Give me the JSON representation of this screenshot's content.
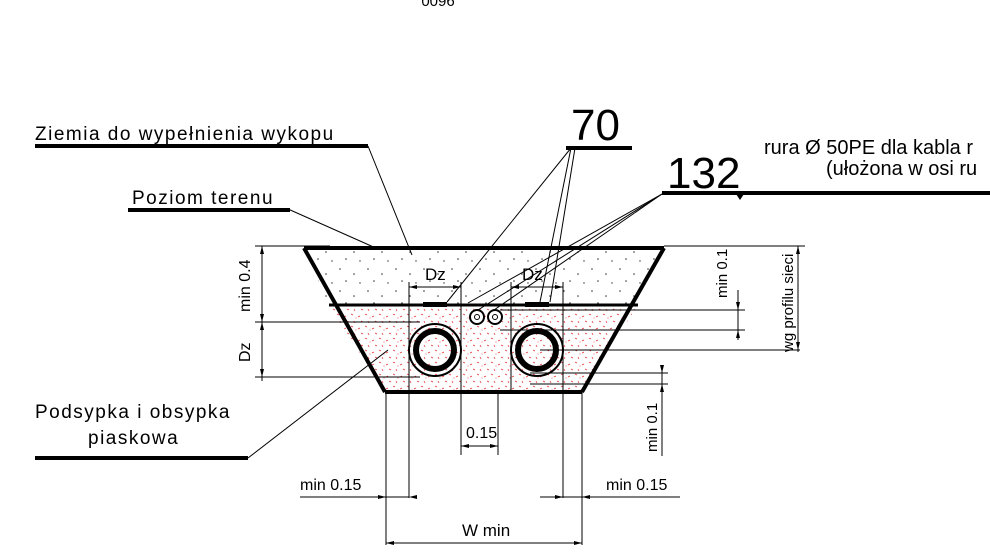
{
  "labels": {
    "top_fragment": "0096",
    "fill_soil": "Ziemia do wypełnienia wykopu",
    "ground_level": "Poziom terenu",
    "bedding_line1": "Podsypka i obsypka",
    "bedding_line2": "piaskowa",
    "ref_70": "70",
    "ref_132": "132",
    "cable_pipe_line1": "rura  Ø 50PE dla kabla r",
    "cable_pipe_line2": "(ułożona w osi ru"
  },
  "dimensions": {
    "dz_left": "Dz",
    "dz_right": "Dz",
    "min_04": "min 0.4",
    "dz_vertical": "Dz",
    "min_01_top": "min 0.1",
    "network_profile": "wg profilu sieci",
    "min_01_bottom": "min 0.1",
    "gap_015": "0.15",
    "min_015_left": "min 0.15",
    "min_015_right": "min 0.15",
    "w_min": "W min"
  }
}
